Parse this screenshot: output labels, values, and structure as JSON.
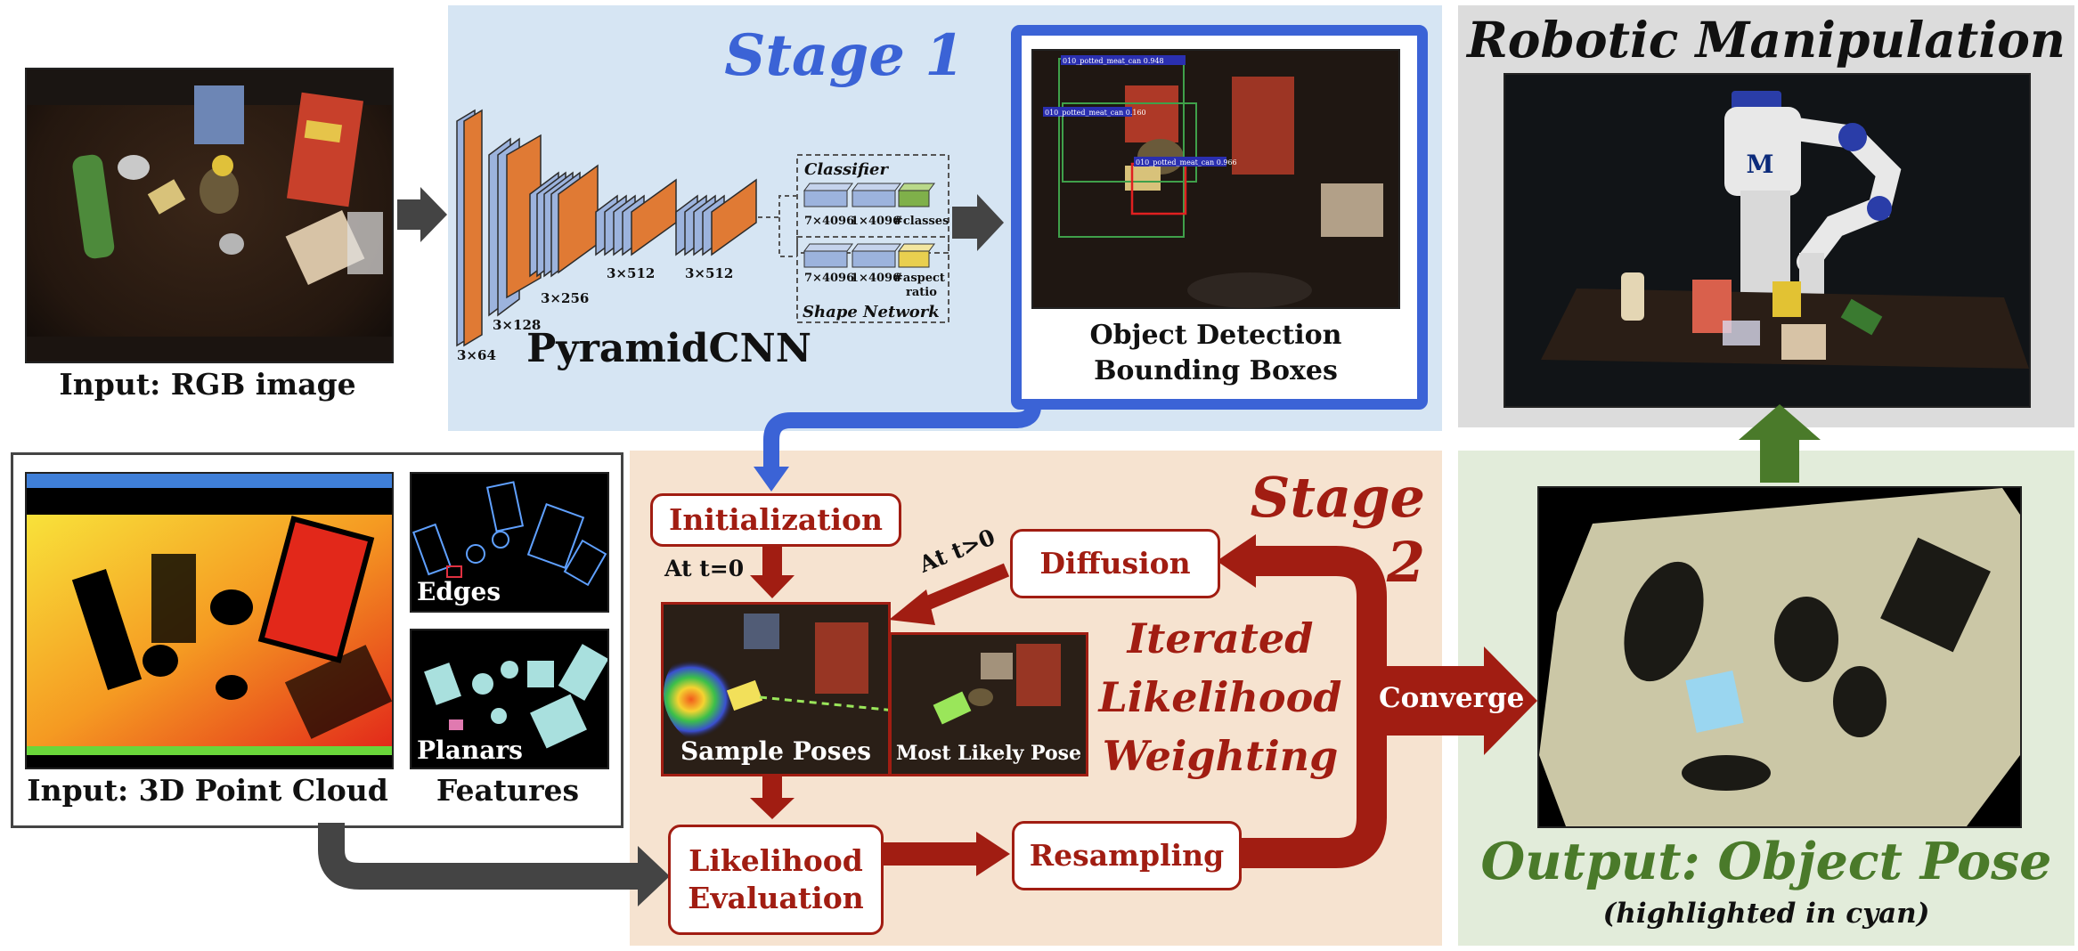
{
  "stage1": {
    "title": "Stage 1",
    "network_name": "PyramidCNN",
    "layer_dims": [
      "3×64",
      "3×128",
      "3×256",
      "3×512",
      "3×512"
    ],
    "classifier": {
      "title": "Classifier",
      "dims": [
        "7×4096",
        "1×4096",
        "#classes"
      ]
    },
    "shape_network": {
      "title": "Shape Network",
      "dims": [
        "7×4096",
        "1×4096",
        "#aspect",
        "ratio"
      ]
    },
    "detection_label": [
      "Object Detection",
      "Bounding Boxes"
    ],
    "detection_box_texts": [
      "010_potted_meat_can 0.948",
      "010_potted_meat_can 0.160",
      "010_potted_meat_can 0.966"
    ]
  },
  "input_rgb_label": "Input: RGB image",
  "point_cloud": {
    "label": "Input: 3D Point Cloud",
    "features_label": "Features",
    "edges_label": "Edges",
    "planars_label": "Planars"
  },
  "stage2": {
    "title": "Stage 2",
    "initialization": "Initialization",
    "at_t0": "At t=0",
    "at_tgt0": "At t>0",
    "diffusion": "Diffusion",
    "sample_poses": "Sample Poses",
    "most_likely_pose": "Most Likely Pose",
    "iterated": [
      "Iterated",
      "Likelihood",
      "Weighting"
    ],
    "likelihood": [
      "Likelihood",
      "Evaluation"
    ],
    "resampling": "Resampling",
    "converge": "Converge"
  },
  "robotic": {
    "title": "Robotic Manipulation",
    "robot_badge": "M"
  },
  "output": {
    "title": "Output: Object Pose",
    "subtitle": "(highlighted in cyan)"
  },
  "colors": {
    "stage1_bg": "#d6e5f3",
    "stage1_accent": "#3b63d6",
    "stage2_bg": "#f6e3d0",
    "stage2_accent": "#a11d12",
    "robot_bg": "#dcdcdc",
    "output_bg": "#e2ecda",
    "output_accent": "#4a7a2a",
    "gray_arrow": "#444444"
  }
}
